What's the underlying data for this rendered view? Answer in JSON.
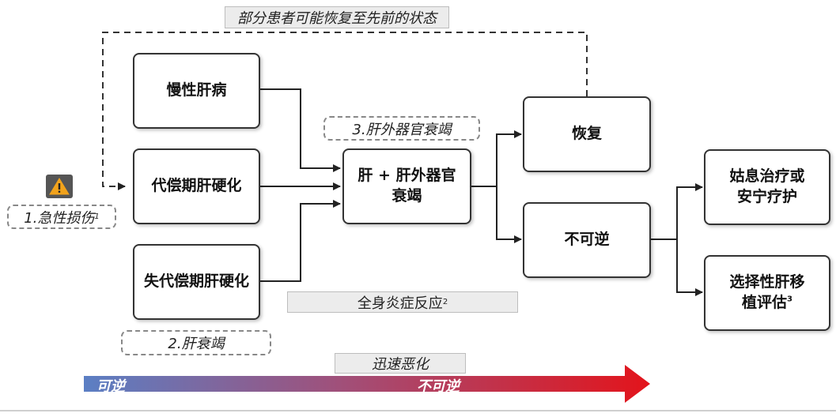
{
  "top_note": "部分患者可能恢复至先前的状态",
  "nodes": {
    "chronic": "慢性肝病",
    "compensated": "代偿期肝硬化",
    "decompensated": "失代偿期肝硬化",
    "liver_failure_line1": "肝 + 肝外器官",
    "liver_failure_line2": "衰竭",
    "recovery": "恢复",
    "irreversible": "不可逆",
    "palliative_line1": "姑息治疗或",
    "palliative_line2": "安宁疗护",
    "transplant_line1": "选择性肝移",
    "transplant_line2": "植评估",
    "transplant_sup": "3"
  },
  "labels": {
    "acute_injury": "1.急性损伤",
    "acute_injury_sup": "1",
    "liver_failure": "2.肝衰竭",
    "extrahepatic_failure": "3.肝外器官衰竭",
    "systemic_inflammation": "全身炎症反应",
    "systemic_inflammation_sup": "2",
    "rapid_deterioration": "迅速恶化"
  },
  "gradient": {
    "reversible": "可逆",
    "irreversible": "不可逆",
    "start_color": "#5b7fc4",
    "end_color": "#e3141b"
  },
  "icons": {
    "warning": "warning-triangle-icon"
  }
}
